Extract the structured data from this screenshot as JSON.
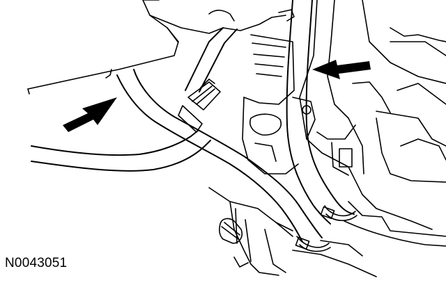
{
  "figure": {
    "id_label": "N0043051",
    "ink_color": "#000000",
    "paper_color": "#ffffff",
    "callouts": [
      {
        "name": "left-arrow",
        "direction": "up-right"
      },
      {
        "name": "right-arrow",
        "direction": "left"
      }
    ]
  }
}
